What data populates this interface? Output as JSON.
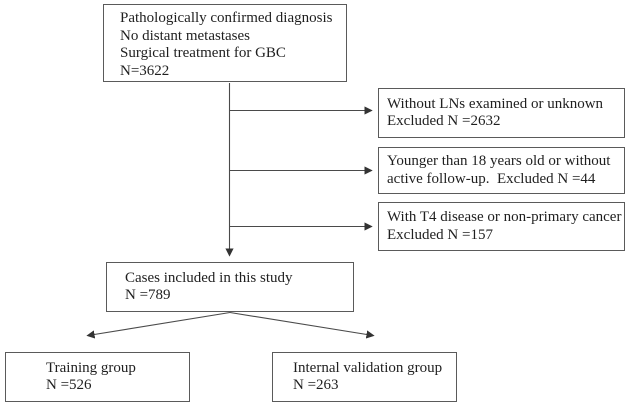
{
  "diagram": {
    "type": "study-flowchart",
    "colors": {
      "background": "#ffffff",
      "box_border": "#5a5a5a",
      "connector_line": "#4a4a4a",
      "text": "#1f1f1f"
    },
    "boxes": {
      "source": {
        "lines": [
          "Pathologically confirmed diagnosis",
          "No distant metastases",
          "Surgical treatment for GBC",
          "N=3622"
        ]
      },
      "excluded_1": {
        "lines": [
          "Without LNs examined or unknown",
          "Excluded N =2632"
        ]
      },
      "excluded_2": {
        "lines": [
          "Younger than 18 years old or without",
          "active follow-up.  Excluded N =44"
        ]
      },
      "excluded_3": {
        "lines": [
          "With T4 disease or non-primary cancer",
          "Excluded N =157"
        ]
      },
      "included": {
        "lines": [
          "Cases included in this study",
          "N =789"
        ]
      },
      "training": {
        "lines": [
          "Training group",
          "N =526"
        ]
      },
      "validation": {
        "lines": [
          "Internal validation group",
          "N =263"
        ]
      }
    }
  }
}
